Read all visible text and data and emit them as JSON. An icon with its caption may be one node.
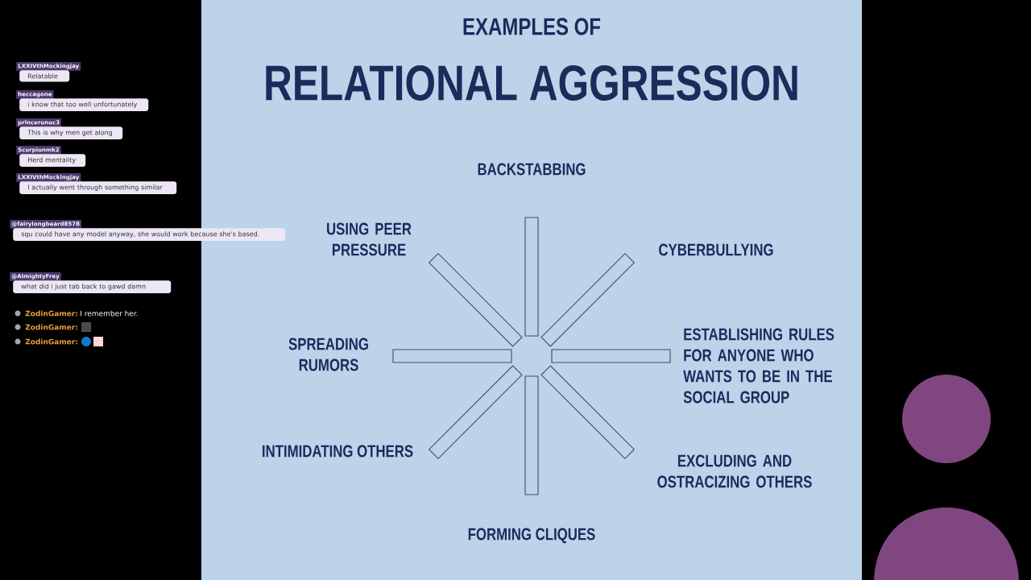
{
  "diagram": {
    "title": "RELATIONAL AGGRESSION",
    "nodes": [
      {
        "text": [
          "LXXIVthMockingjay",
          "Relatable"
        ]
      },
      {
        "text": [
          "heccagone",
          "i know that too well unfortunately"
        ]
      },
      {
        "text": [
          "princeronoc3",
          "This is why men get along"
        ]
      },
      {
        "text": [
          "Scorpionmk2",
          "Herd mentality"
        ]
      },
      {
        "text": [
          "LXXIVthMockingjay",
          "I actually went through something similar"
        ]
      },
      {
        "text": [
          "@fairylongbeard8578",
          "squ could have any model anyway, she would work because she's based."
        ]
      },
      {
        "text": [
          "@AlmightyFrey",
          "what did i just tab back to gawd damn"
        ]
      }
    ],
    "labels": [
      "EXAMPLES OF",
      "BACKSTABBING",
      "USING PEER PRESSURE",
      "CYBERBULLYING",
      "SPREADING RUMORS",
      "ESTABLISHING RULES FOR ANYONE WHO WANTS TO BE IN THE SOCIAL GROUP",
      "INTIMIDATING OTHERS",
      "EXCLUDING AND OSTRACIZING OTHERS",
      "FORMING CLIQUES",
      "ZodinGamer:",
      "I remember her.",
      "ZodinGamer:",
      "ZodinGamer:"
    ]
  }
}
